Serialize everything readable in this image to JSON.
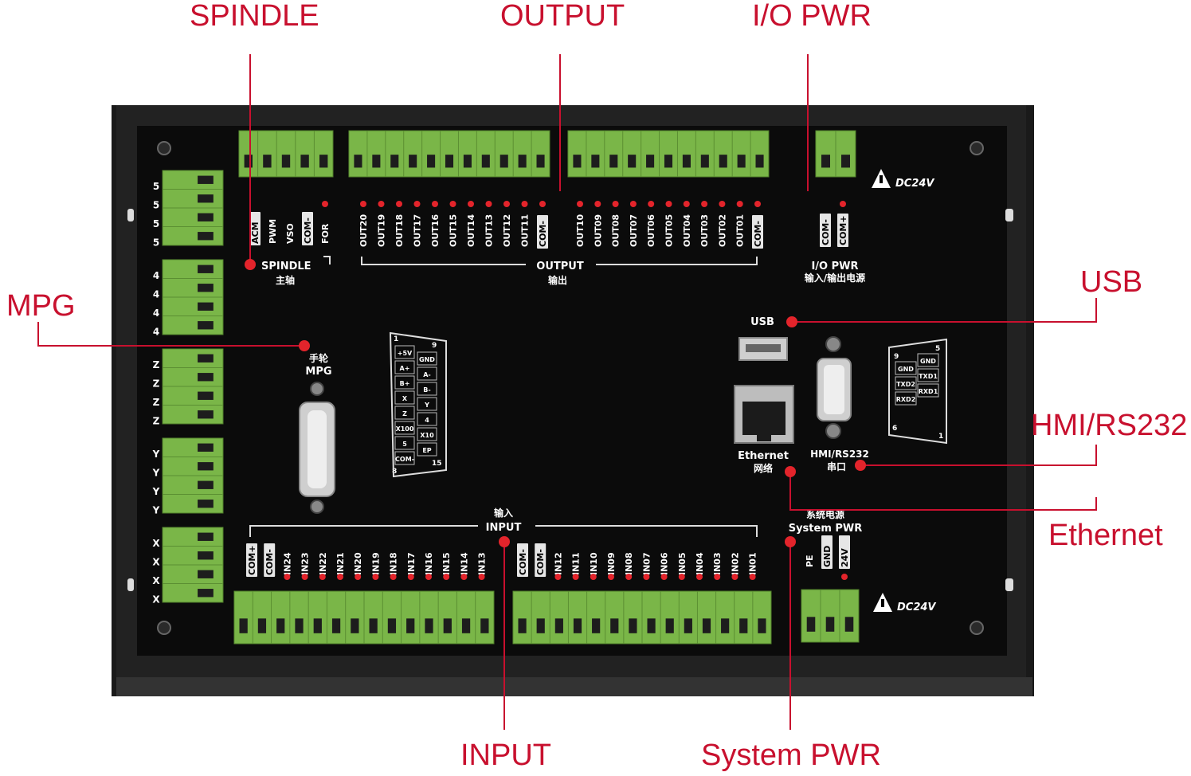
{
  "callouts": {
    "spindle": "SPINDLE",
    "output": "OUTPUT",
    "io_pwr": "I/O PWR",
    "usb": "USB",
    "mpg": "MPG",
    "hmi": "HMI/RS232",
    "ethernet": "Ethernet",
    "input": "INPUT",
    "system_pwr": "System PWR"
  },
  "board": {
    "dc24v_top": "DC24V",
    "dc24v_bottom": "DC24V",
    "spindle_label": "SPINDLE",
    "spindle_cn": "主轴",
    "spindle_pins": [
      "ACM",
      "PWM",
      "VSO",
      "COM-",
      "FOR"
    ],
    "output_label": "OUTPUT",
    "output_cn": "输出",
    "output_group_a": [
      "OUT20",
      "OUT19",
      "OUT18",
      "OUT17",
      "OUT16",
      "OUT15",
      "OUT14",
      "OUT13",
      "OUT12",
      "OUT11",
      "COM-"
    ],
    "output_group_b": [
      "OUT10",
      "OUT09",
      "OUT08",
      "OUT07",
      "OUT06",
      "OUT05",
      "OUT04",
      "OUT03",
      "OUT02",
      "OUT01",
      "COM-"
    ],
    "io_pwr_pins": [
      "COM-",
      "COM+"
    ],
    "io_pwr_label": "I/O PWR",
    "io_pwr_cn": "输入/输出电源",
    "usb_label": "USB",
    "mpg_cn": "手轮",
    "mpg_label": "MPG",
    "ethernet_label": "Ethernet",
    "ethernet_cn": "网络",
    "hmi_label": "HMI/RS232",
    "hmi_cn": "串口",
    "input_cn": "输入",
    "input_label": "INPUT",
    "input_group_a": [
      "COM+",
      "COM-",
      "IN24",
      "IN23",
      "IN22",
      "IN21",
      "IN20",
      "IN19",
      "IN18",
      "IN17",
      "IN16",
      "IN15",
      "IN14",
      "IN13"
    ],
    "input_group_b": [
      "COM-",
      "COM-",
      "IN12",
      "IN11",
      "IN10",
      "IN09",
      "IN08",
      "IN07",
      "IN06",
      "IN05",
      "IN04",
      "IN03",
      "IN02",
      "IN01"
    ],
    "sys_pwr_cn": "系统电源",
    "sys_pwr_label": "System PWR",
    "sys_pwr_pins": [
      "PE",
      "GND",
      "24V"
    ],
    "mpg_pin_left": [
      "+5V",
      "A+",
      "B+",
      "X",
      "Z",
      "X100",
      "5",
      "COM-"
    ],
    "mpg_pin_right": [
      "GND",
      "A-",
      "B-",
      "Y",
      "4",
      "X10",
      "EP"
    ],
    "mpg_pin_nums": [
      "1",
      "9",
      "8",
      "15"
    ],
    "rs_pin_left": [
      "GND",
      "TXD2",
      "RXD2"
    ],
    "rs_pin_right": [
      "GND",
      "TXD1",
      "RXD1"
    ],
    "rs_pin_nums": [
      "9",
      "5",
      "6",
      "1"
    ],
    "axis_groups": [
      {
        "letter": "5"
      },
      {
        "letter": "4"
      },
      {
        "letter": "Z"
      },
      {
        "letter": "Y"
      },
      {
        "letter": "X"
      }
    ]
  },
  "colors": {
    "callout": "#c8102e",
    "panel": "#0b0b0b",
    "terminal": "#7ab648",
    "led": "#e3242b"
  }
}
